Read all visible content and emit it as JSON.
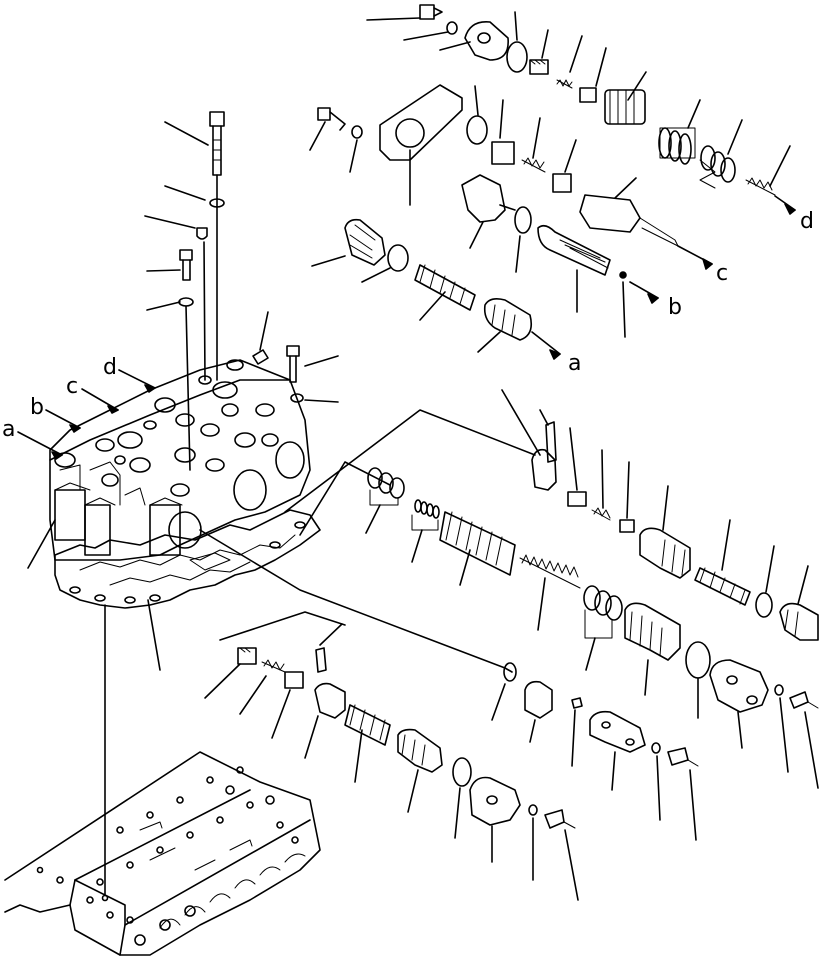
{
  "callout_letters": {
    "a_block": "a",
    "b_block": "b",
    "c_block": "c",
    "d_block": "d",
    "a_arrow": "a",
    "b_arrow": "b",
    "c_arrow": "c",
    "d_arrow": "d"
  }
}
